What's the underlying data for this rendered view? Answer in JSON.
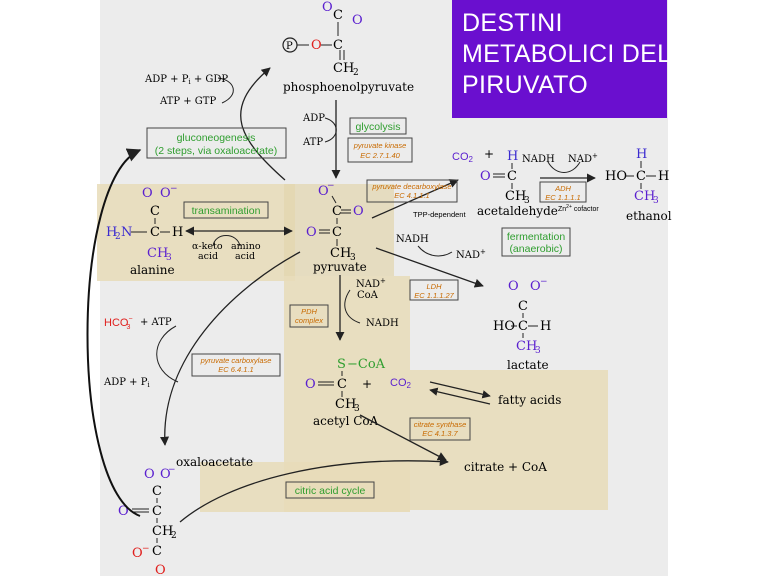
{
  "title_lines": [
    "DESTINI",
    "METABOLICI DEL",
    "PIRUVATO"
  ],
  "compounds": {
    "pep": "phosphoenolpyruvate",
    "pyruvate": "pyruvate",
    "alanine": "alanine",
    "acetaldehyde": "acetaldehyde",
    "ethanol": "ethanol",
    "lactate": "lactate",
    "acetyl_coa": "acetyl CoA",
    "oxaloacetate": "oxaloacetate",
    "citrate_coa": "citrate + CoA",
    "fatty_acids": "fatty acids"
  },
  "cofactors": {
    "adp_pi_gdp": "ADP + P",
    "adp_pi_gdp_sub": "i",
    "adp_pi_gdp_tail": " + GDP",
    "atp_gtp": "ATP + GTP",
    "adp": "ADP",
    "atp": "ATP",
    "nadh": "NADH",
    "nad_plus": "NAD",
    "co2": "CO",
    "co2_sub": "2",
    "plus": "+",
    "hco3": "HCO",
    "hco3_sub": "3",
    "hco3_sup": "−",
    "plus_atp": "+ ATP",
    "adp_pi": "ADP + P",
    "adp_pi_sub": "i",
    "tpp_dependent": "TPP-dependent",
    "zn_cofactor": "Zn",
    "zn_sup": "2+",
    "zn_tail": " cofactor",
    "nad_coa_1": "NAD",
    "nad_coa_2": "CoA",
    "alpha_keto": "α-keto",
    "alpha_keto_2": "acid",
    "amino": "amino",
    "amino_2": "acid"
  },
  "processes": {
    "gluconeogenesis_1": "gluconeogenesis",
    "gluconeogenesis_2": "(2 steps, via oxaloacetate)",
    "glycolysis": "glycolysis",
    "transamination": "transamination",
    "fermentation_1": "fermentation",
    "fermentation_2": "(anaerobic)",
    "citric_acid_cycle": "citric acid cycle"
  },
  "enzymes": {
    "pyruvate_kinase": "pyruvate kinase",
    "pyruvate_kinase_ec": "EC 2.7.1.40",
    "pyruvate_decarboxylase": "pyruvate decarboxylase",
    "pyruvate_decarboxylase_ec": "EC 4.1.1.1",
    "adh": "ADH",
    "adh_ec": "EC 1.1.1.1",
    "ldh": "LDH",
    "ldh_ec": "EC 1.1.1.27",
    "pdh_1": "PDH",
    "pdh_2": "complex",
    "pyruvate_carboxylase": "pyruvate carboxylase",
    "pyruvate_carboxylase_ec": "EC 6.4.1.1",
    "citrate_synthase": "citrate synthase",
    "citrate_synthase_ec": "EC 4.1.3.7"
  },
  "atoms": {
    "O": "O",
    "C": "C",
    "H": "H",
    "P": "P",
    "N": "N",
    "S": "S",
    "CH2": "CH",
    "CH3": "CH",
    "sub2": "2",
    "sub3": "3",
    "H2N": "H",
    "H2N_tail": "N",
    "SCoA": "S",
    "CoA": "−CoA",
    "HO": "HO",
    "minus": "−",
    "bond": "−"
  },
  "colors": {
    "title_bg": "#6a0fcf",
    "panel": "#ececec",
    "tan": "#e8dcb8",
    "green": "#2f9e2f",
    "orange": "#c86a00",
    "purple": "#5a1fcf",
    "red": "#e0201e",
    "bluepurple": "#3b2bcf"
  }
}
